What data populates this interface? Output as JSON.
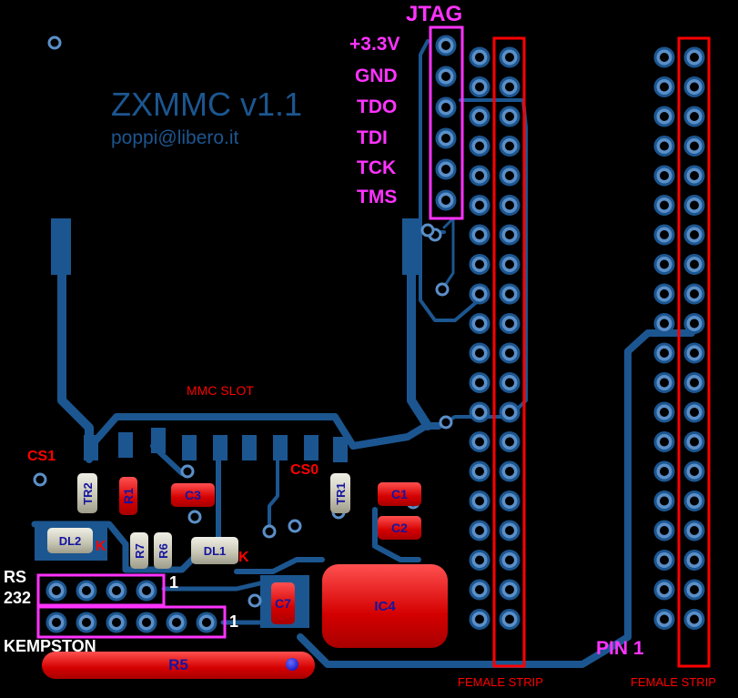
{
  "board": {
    "title": "ZXMMC v1.1",
    "author_email": "poppi@libero.it"
  },
  "jtag": {
    "header_label": "JTAG",
    "pins": [
      "+3.3V",
      "GND",
      "TDO",
      "TDI",
      "TCK",
      "TMS"
    ]
  },
  "labels": {
    "mmc_slot": "MMC SLOT",
    "cs1": "CS1",
    "cs0": "CS0",
    "rs232_line1": "RS",
    "rs232_line2": "232",
    "kempston": "KEMPSTON",
    "rs232_pin1": "1",
    "kempston_pin1": "1",
    "pin1": "PIN 1",
    "female_strip_left": "FEMALE STRIP",
    "female_strip_right": "FEMALE STRIP",
    "dl2_k": "K",
    "dl1_k": "K"
  },
  "components": {
    "tr2": "TR2",
    "r1": "R1",
    "c3": "C3",
    "tr1": "TR1",
    "c1": "C1",
    "c2": "C2",
    "dl2": "DL2",
    "r7": "R7",
    "r6": "R6",
    "dl1": "DL1",
    "c7": "C7",
    "ic4": "IC4",
    "r5": "R5"
  },
  "colors": {
    "background": "#000000",
    "trace": "#1c5690",
    "pad_ring": "#5b8fc8",
    "component_red": "#e00000",
    "component_gray": "#c8c6b4",
    "outline_magenta": "#ff33ff",
    "outline_red": "#ff0000",
    "component_text": "#1515a0"
  }
}
